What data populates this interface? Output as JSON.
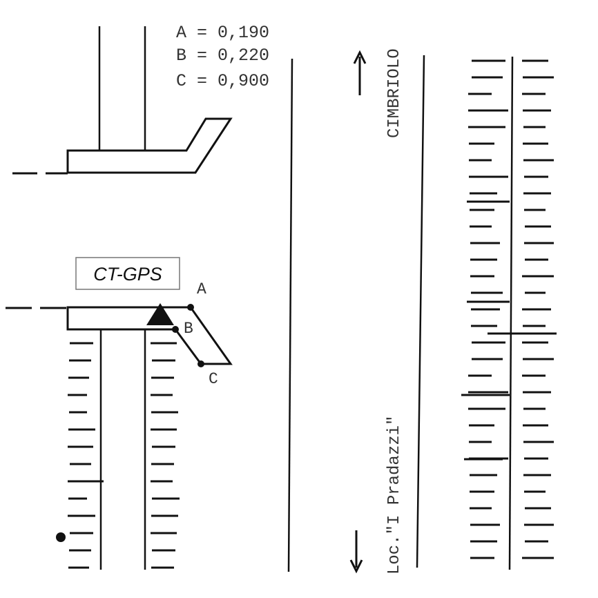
{
  "legend": [
    "A = 0,190",
    "B = 0,220",
    "C = 0,900"
  ],
  "station_label": "CT-GPS",
  "points": {
    "a": "A",
    "b": "B",
    "c": "C"
  },
  "north_label": "CIMBRIOLO",
  "south_label": "Loc.\"I Pradazzi\"",
  "colors": {
    "ink": "#111111",
    "text": "#333333",
    "background": "#ffffff"
  }
}
